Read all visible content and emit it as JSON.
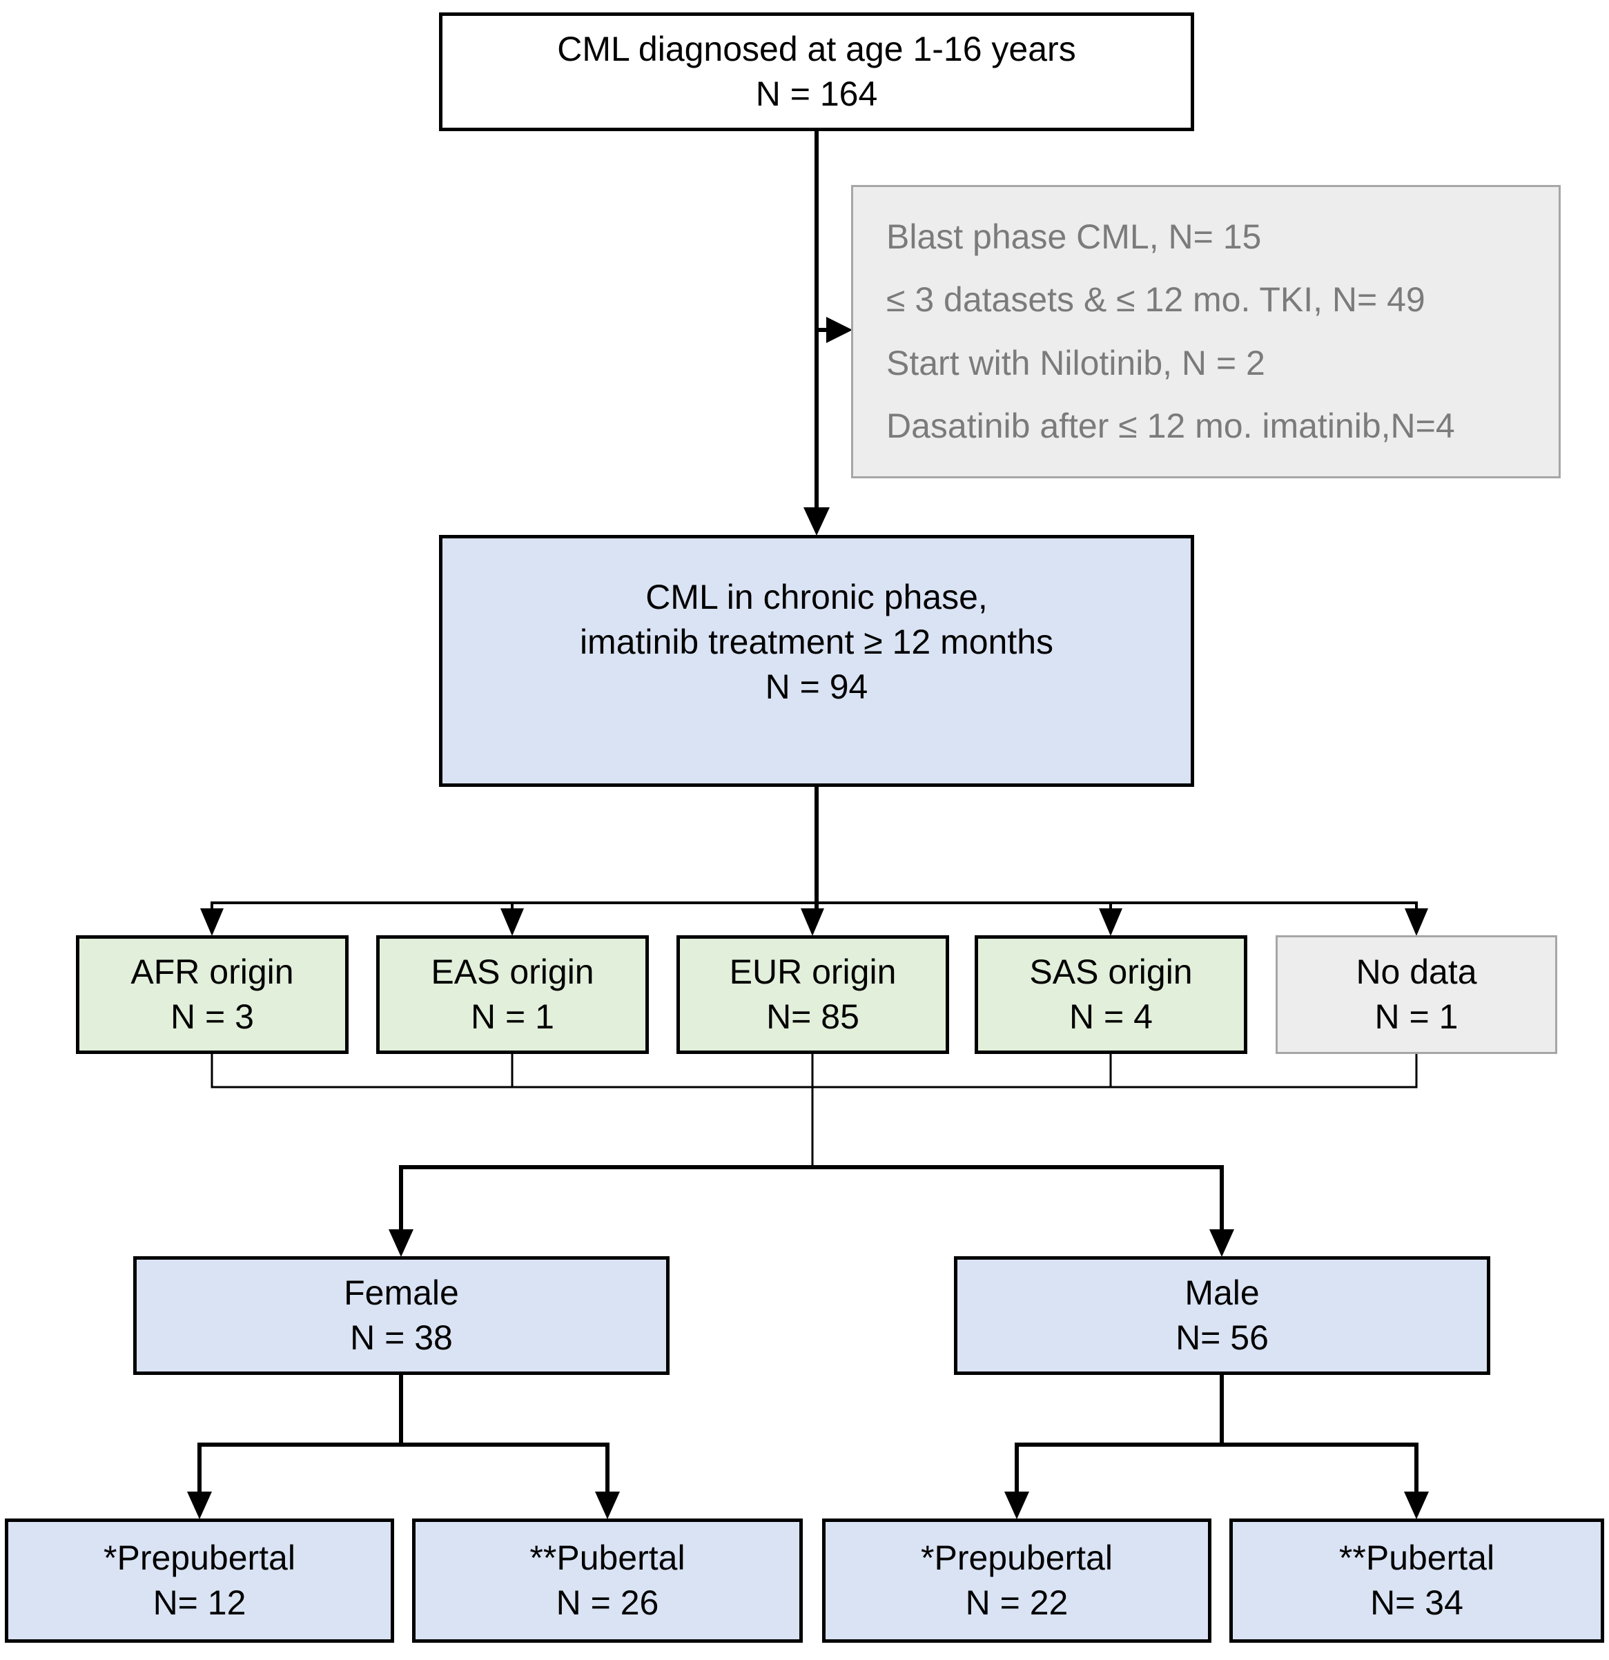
{
  "colors": {
    "box_blue_fill": "#dae3f3",
    "box_green_fill": "#e2efda",
    "box_gray_fill": "#ededed",
    "box_black_border": "#000000",
    "box_gray_border": "#a6a6a6",
    "exclusion_text": "#7b7b7b",
    "connector": "#000000"
  },
  "nodes": {
    "diagnosed": {
      "line1": "CML diagnosed at age 1-16 years",
      "line2": "N = 164"
    },
    "exclusions": {
      "lines": [
        "Blast phase CML, N= 15",
        "≤ 3 datasets & ≤ 12 mo. TKI, N= 49",
        "Start with Nilotinib, N = 2",
        "Dasatinib after ≤ 12 mo. imatinib,N=4"
      ]
    },
    "chronic": {
      "line1": "CML in chronic phase,",
      "line2": "imatinib treatment ≥ 12 months",
      "line3": "N = 94"
    },
    "afr": {
      "label": "AFR origin",
      "count": "N = 3"
    },
    "eas": {
      "label": "EAS origin",
      "count": "N = 1"
    },
    "eur": {
      "label": "EUR origin",
      "count": "N= 85"
    },
    "sas": {
      "label": "SAS origin",
      "count": "N = 4"
    },
    "nodata": {
      "label": "No data",
      "count": "N = 1"
    },
    "female": {
      "label": "Female",
      "count": "N = 38"
    },
    "male": {
      "label": "Male",
      "count": "N= 56"
    },
    "female_prepubertal": {
      "label": "*Prepubertal",
      "count": "N= 12"
    },
    "female_pubertal": {
      "label": "**Pubertal",
      "count": "N = 26"
    },
    "male_prepubertal": {
      "label": "*Prepubertal",
      "count": "N = 22"
    },
    "male_pubertal": {
      "label": "**Pubertal",
      "count": "N= 34"
    }
  }
}
